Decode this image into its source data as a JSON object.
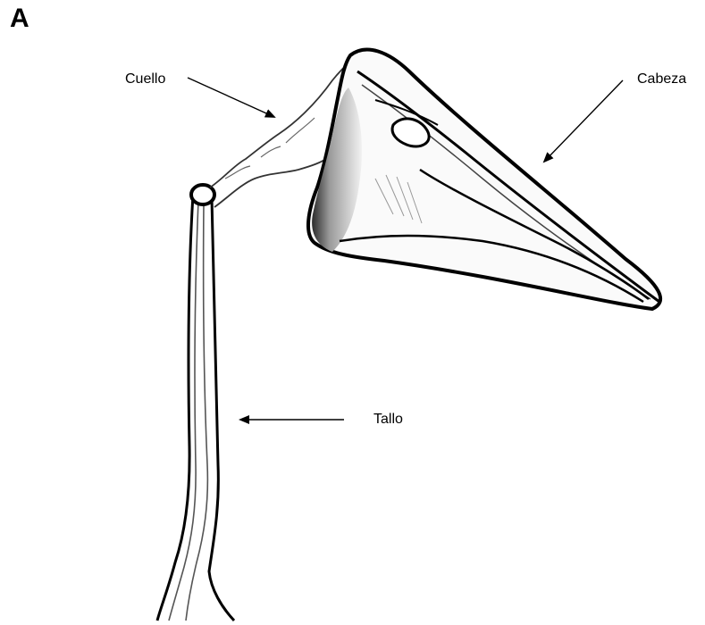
{
  "figure": {
    "panel_letter": "A",
    "labels": {
      "neck": "Cuello",
      "head": "Cabeza",
      "stalk": "Tallo"
    },
    "colors": {
      "ink": "#000000",
      "shade": "#3a3a3a",
      "background": "#ffffff"
    }
  }
}
